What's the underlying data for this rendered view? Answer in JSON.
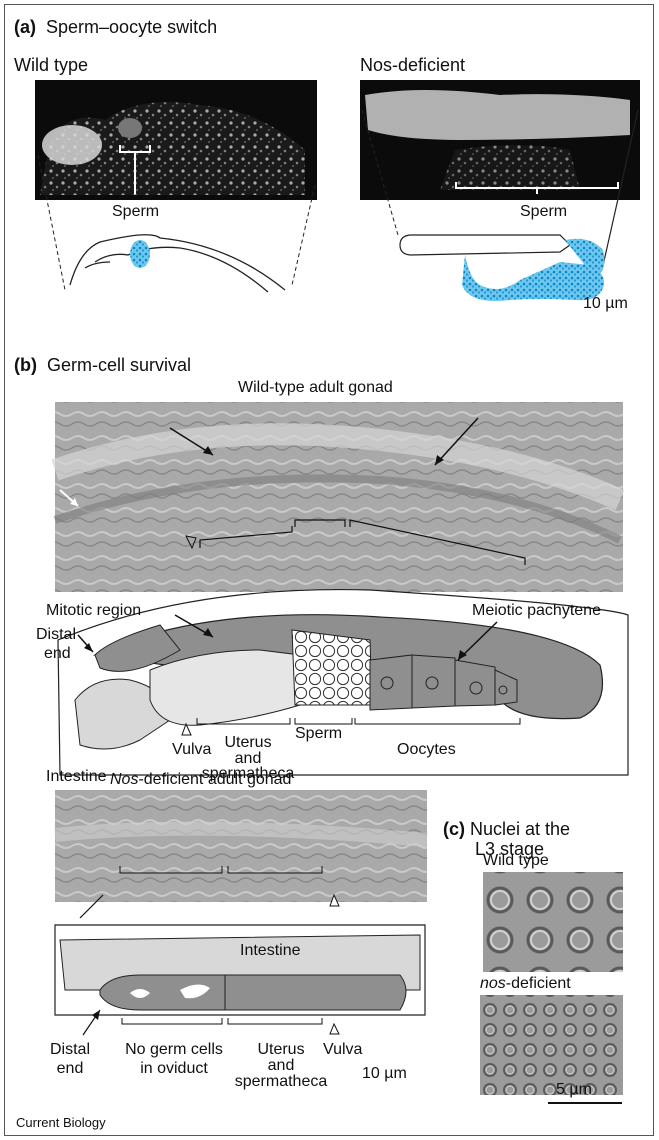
{
  "panel_a": {
    "tag": "(a)",
    "title": "Sperm–oocyte switch",
    "left_label": "Wild type",
    "right_label": "Nos-deficient",
    "left_sperm": "Sperm",
    "right_sperm": "Sperm",
    "scale": "10 µm"
  },
  "panel_b": {
    "tag": "(b)",
    "title": "Germ-cell survival",
    "wt_title": "Wild-type adult gonad",
    "mitotic": "Mitotic region",
    "meiotic": "Meiotic pachytene",
    "distal1": "Distal",
    "distal2": "end",
    "vulva": "Vulva",
    "uterus1": "Uterus",
    "uterus2": "and",
    "uterus3": "spermatheca",
    "sperm": "Sperm",
    "oocytes": "Oocytes",
    "intestine": "Intestine",
    "nos_title_italic": "Nos",
    "nos_title_rest": "-deficient adult gonad",
    "nos_intestine": "Intestine",
    "nos_distal1": "Distal",
    "nos_distal2": "end",
    "nogerm1": "No germ cells",
    "nogerm2": "in oviduct",
    "nos_uterus1": "Uterus",
    "nos_uterus2": "and",
    "nos_uterus3": "spermatheca",
    "nos_vulva": "Vulva",
    "scale": "10 µm"
  },
  "panel_c": {
    "tag": "(c)",
    "title1": "Nuclei at the",
    "title2": "L3 stage",
    "wt": "Wild type",
    "nos_italic": "nos",
    "nos_rest": "-deficient",
    "scale": "5 µm"
  },
  "credit": "Current Biology",
  "colors": {
    "sperm_blue": "#1a9ad6",
    "gonad_gray": "#8f8f8f",
    "light_gray": "#d8d8d8"
  }
}
